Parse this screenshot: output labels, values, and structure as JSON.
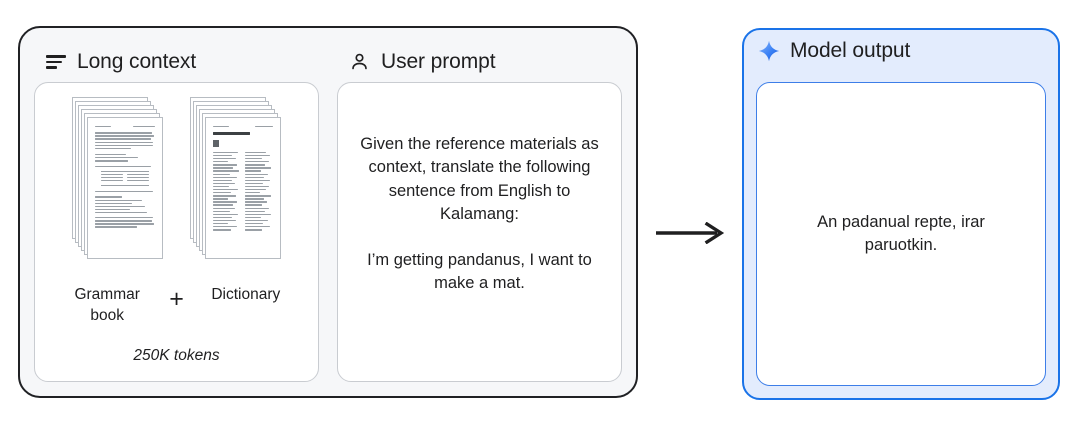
{
  "diagram": {
    "input_panel": {
      "long_context": {
        "icon": "lines-icon",
        "title": "Long context",
        "documents": [
          {
            "icon": "document-stack-grammar",
            "label": "Grammar\nbook"
          },
          {
            "icon": "document-stack-dictionary",
            "label": "Dictionary"
          }
        ],
        "grammar_label": "Grammar book",
        "plus_symbol": "+",
        "dictionary_label": "Dictionary",
        "tokens_label": "250K tokens"
      },
      "user_prompt": {
        "icon": "user-icon",
        "title": "User prompt",
        "instruction": "Given the reference materials as context, translate the following sentence from English to Kalamang:",
        "sentence": "I’m getting pandanus, I want to make a mat."
      }
    },
    "arrow": {
      "icon": "arrow-right-icon",
      "direction": "right"
    },
    "output_panel": {
      "icon": "sparkle-icon",
      "title": "Model output",
      "text": "An padanual repte, irar paruotkin."
    },
    "colors": {
      "outer_border": "#202124",
      "panel_background": "#f6f7f9",
      "card_border": "#c9ccd1",
      "accent_blue": "#1a73e8",
      "output_background": "#e3ecfd",
      "text": "#1f1f20"
    }
  }
}
